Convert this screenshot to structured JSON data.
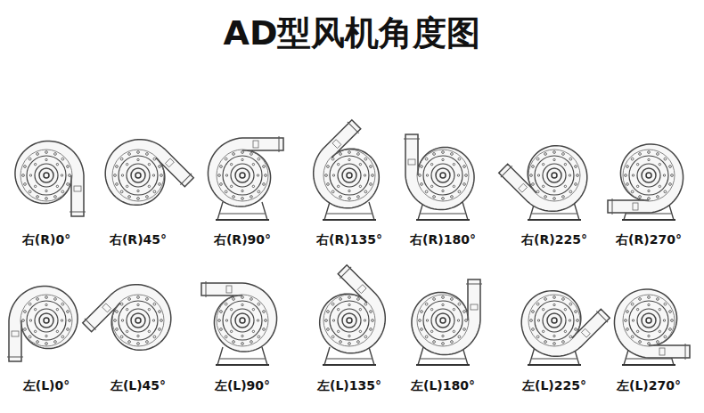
{
  "diagram": {
    "title": "AD型风机角度图",
    "labels": [
      "右(R)0°",
      "右(R)45°",
      "右(R)90°",
      "右(R)135°",
      "右(R)180°",
      "右(R)225°",
      "右(R)270°",
      "左(L)0°",
      "左(L)45°",
      "左(L)90°",
      "左(L)135°",
      "左(L)180°",
      "左(L)225°",
      "左(L)270°"
    ]
  }
}
